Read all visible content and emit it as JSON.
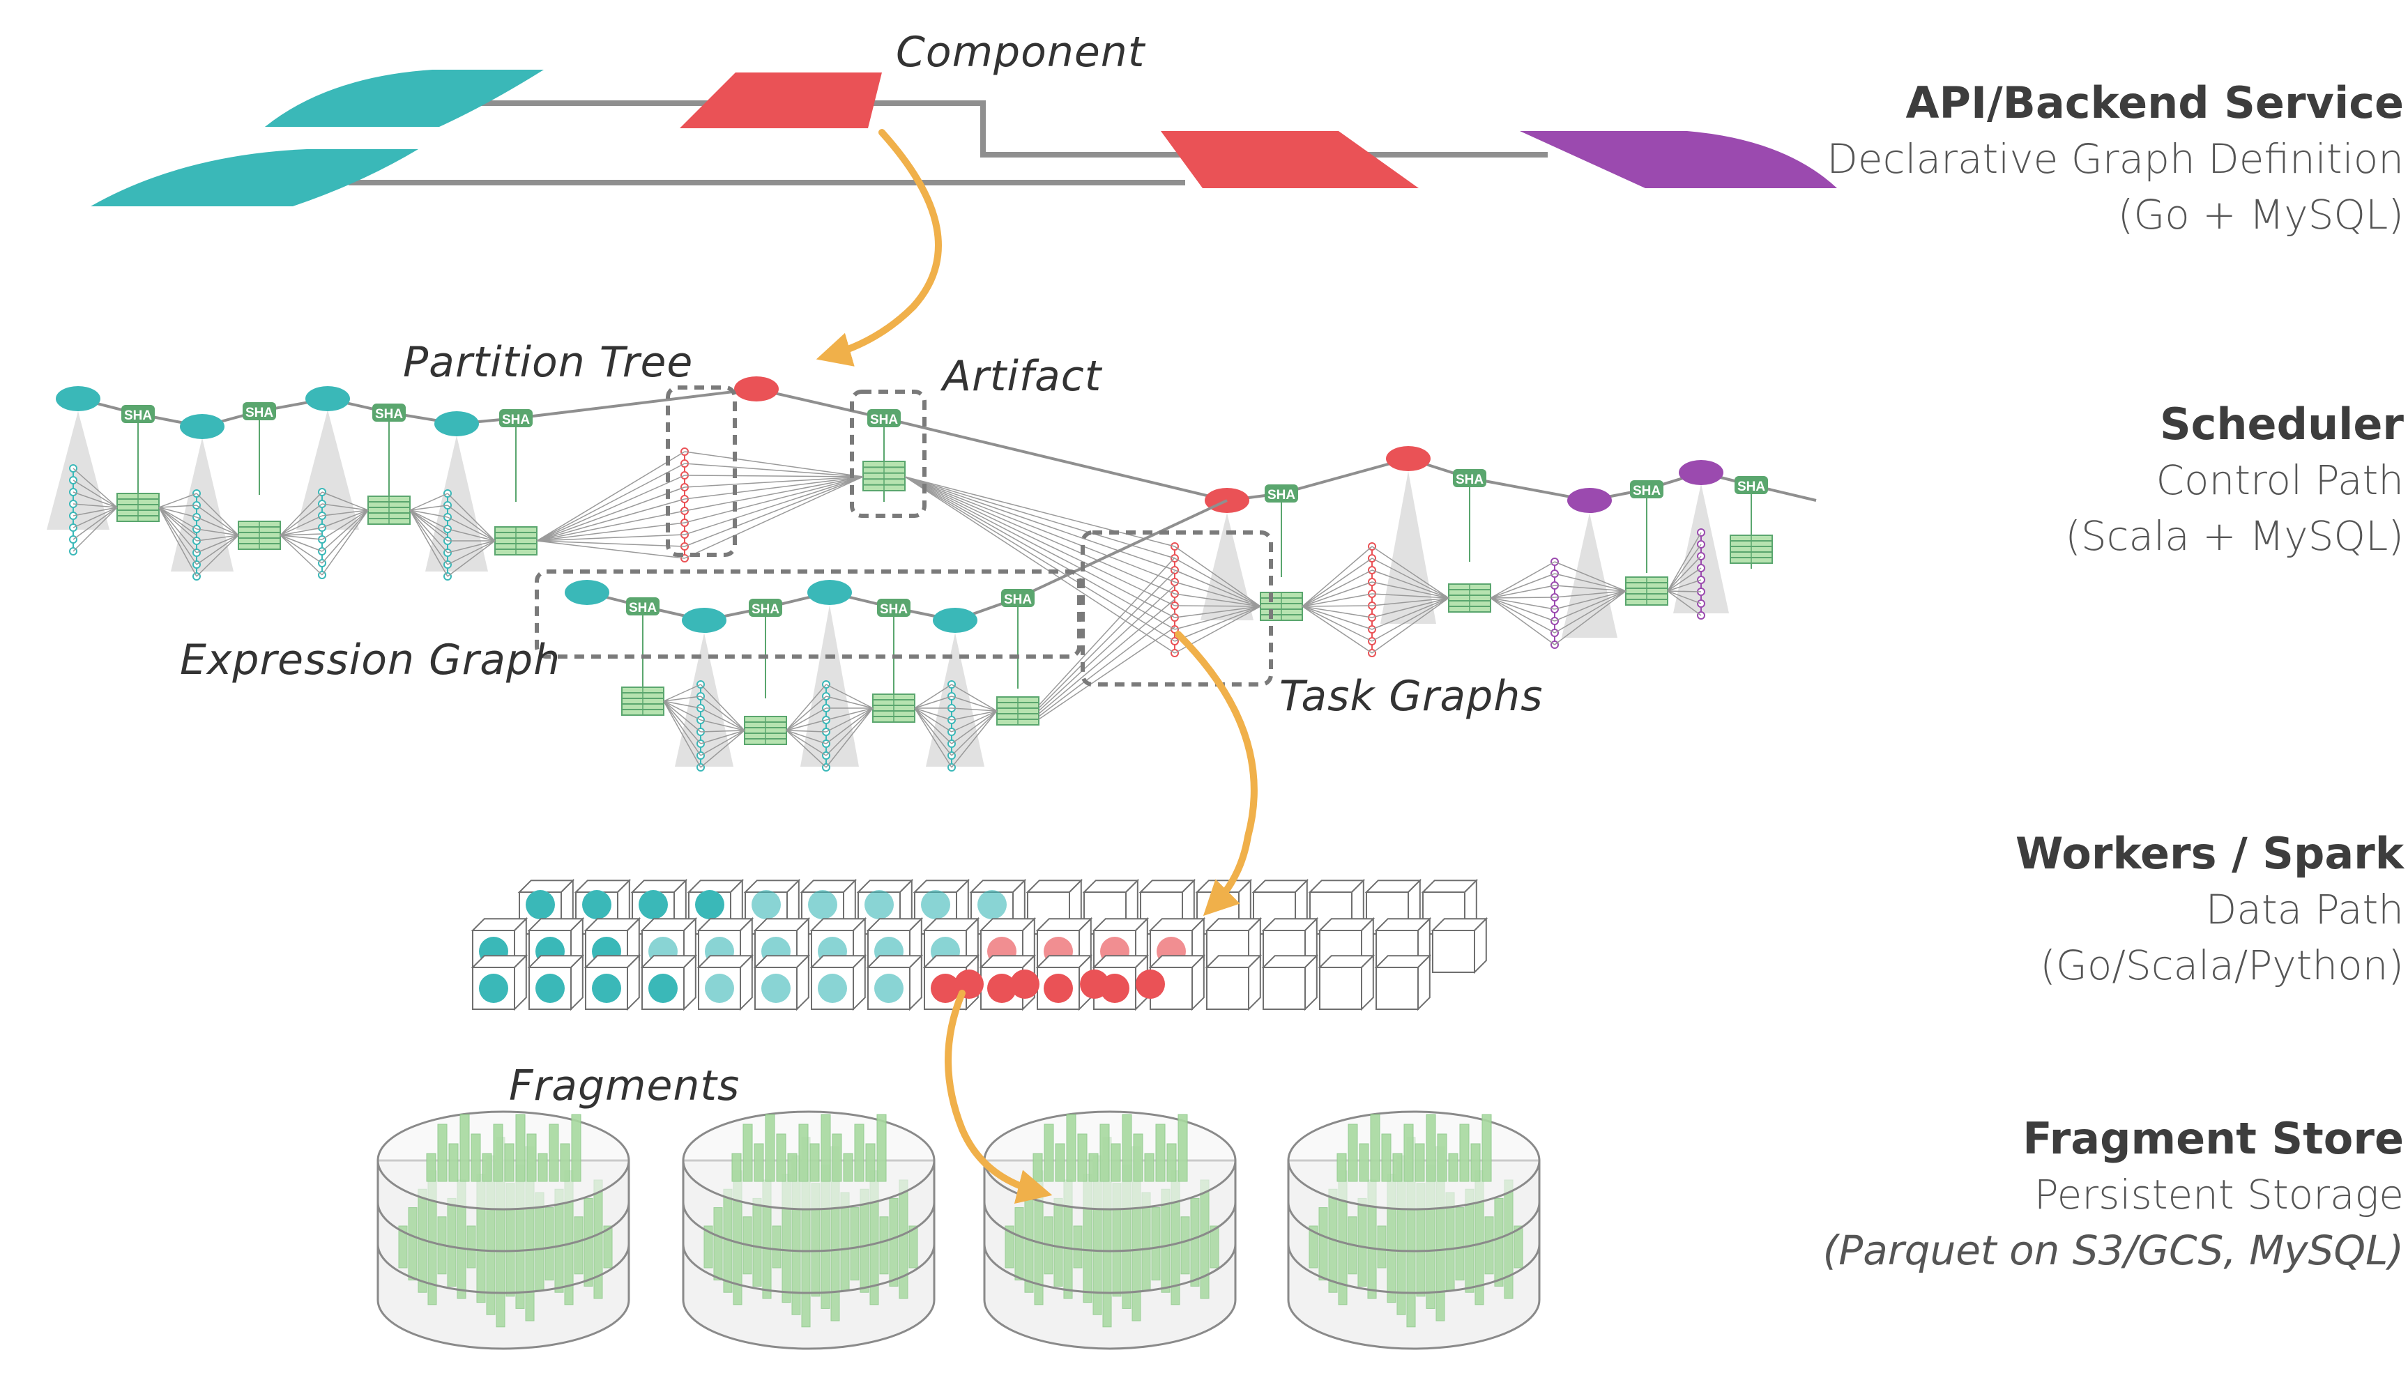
{
  "labels": {
    "component": "Component",
    "partition_tree": "Partition Tree",
    "artifact": "Artifact",
    "expression_graph": "Expression Graph",
    "task_graphs": "Task Graphs",
    "fragments": "Fragments",
    "sha": "SHA"
  },
  "layers": [
    {
      "title": "API/Backend Service",
      "line1": "Declarative Graph Definition",
      "line2": "(Go + MySQL)",
      "italic": false
    },
    {
      "title": "Scheduler",
      "line1": "Control Path",
      "line2": "(Scala + MySQL)",
      "italic": false
    },
    {
      "title": "Workers / Spark",
      "line1": "Data Path",
      "line2": "(Go/Scala/Python)",
      "italic": false
    },
    {
      "title": "Fragment Store",
      "line1": "Persistent Storage",
      "line2": "(Parquet on S3/GCS, MySQL)",
      "italic": true
    }
  ],
  "colors": {
    "teal": "#3ab8b8",
    "red": "#ea5256",
    "purple": "#9b4aaf",
    "green": "#5aa66e",
    "green_light": "#a8d9a0",
    "orange": "#f0b04a",
    "gray_line": "#8f8f8f"
  }
}
